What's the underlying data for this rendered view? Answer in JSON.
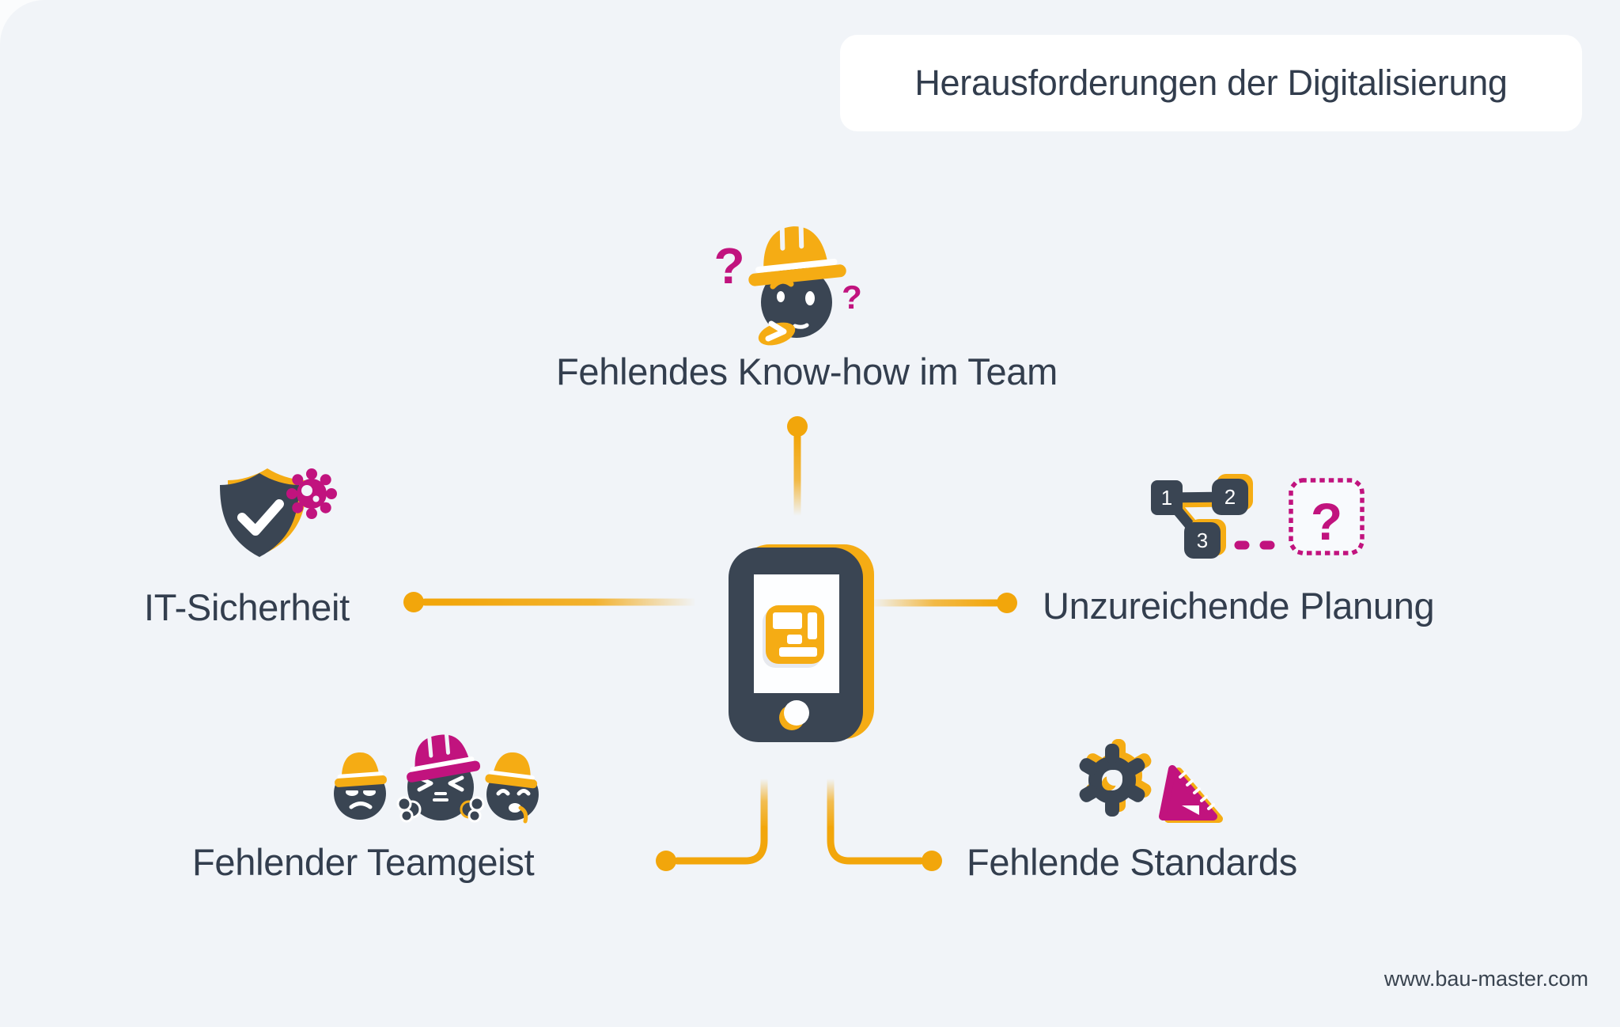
{
  "title": "Herausforderungen der Digitalisierung",
  "challenges": {
    "top": "Fehlendes Know-how im Team",
    "left": "IT-Sicherheit",
    "right": "Unzureichende Planung",
    "bottom_left": "Fehlender Teamgeist",
    "bottom_right": "Fehlende Standards"
  },
  "planning_diagram": {
    "node1": "1",
    "node2": "2",
    "node3": "3"
  },
  "glyphs": {
    "question_mark": "?"
  },
  "footer": {
    "website": "www.bau-master.com"
  },
  "colors": {
    "amber": "#F5AC14",
    "magenta": "#C1137E",
    "slate": "#3A4553",
    "text_dark": "#333E4E",
    "connector": "#F2A60B",
    "background": "#F1F4F8",
    "card": "#FFFFFF"
  }
}
